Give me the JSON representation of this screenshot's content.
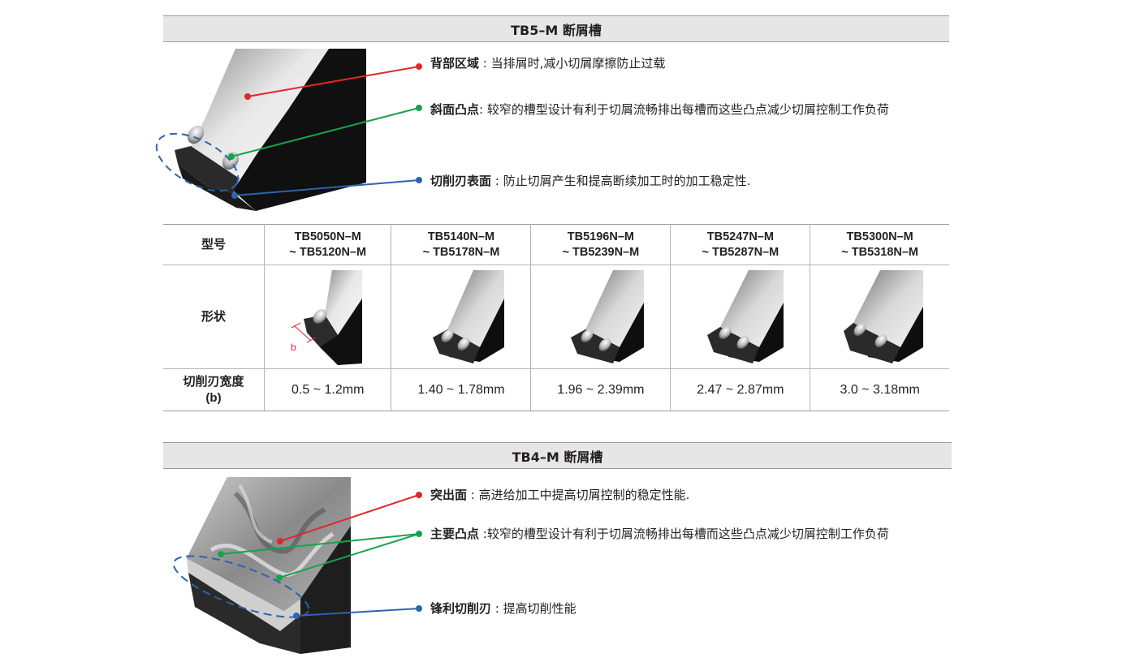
{
  "section1": {
    "title": "TB5–M 断屑槽",
    "callouts": [
      {
        "term": "背部区域",
        "desc": " : 当排屑时,减小切屑摩擦防止过载",
        "color": "#e0262b"
      },
      {
        "term": "斜面凸点",
        "desc": ": 较窄的槽型设计有利于切屑流畅排出每槽而这些凸点减少切屑控制工作负荷",
        "color": "#17a34a"
      },
      {
        "term": "切削刃表面",
        "desc": " : 防止切屑产生和提高断续加工时的加工稳定性.",
        "color": "#2d63b0"
      }
    ]
  },
  "table": {
    "row_labels": {
      "model": "型号",
      "shape": "形状",
      "width_line1": "切削刃宽度",
      "width_line2": "(b)"
    },
    "dimension_label": "b",
    "columns": [
      {
        "model_line1": "TB5050N–M",
        "model_line2": "~ TB5120N–M",
        "width": "0.5 ~ 1.2mm"
      },
      {
        "model_line1": "TB5140N–M",
        "model_line2": "~ TB5178N–M",
        "width": "1.40 ~ 1.78mm"
      },
      {
        "model_line1": "TB5196N–M",
        "model_line2": "~ TB5239N–M",
        "width": "1.96 ~ 2.39mm"
      },
      {
        "model_line1": "TB5247N–M",
        "model_line2": "~ TB5287N–M",
        "width": "2.47 ~ 2.87mm"
      },
      {
        "model_line1": "TB5300N–M",
        "model_line2": "~ TB5318N–M",
        "width": "3.0 ~ 3.18mm"
      }
    ]
  },
  "section2": {
    "title": "TB4–M 断屑槽",
    "callouts": [
      {
        "term": "突出面",
        "desc": " : 高进给加工中提高切屑控制的稳定性能.",
        "color": "#e0262b"
      },
      {
        "term": "主要凸点",
        "desc": " :较窄的槽型设计有利于切屑流畅排出每槽而这些凸点减少切屑控制工作负荷",
        "color": "#17a34a"
      },
      {
        "term": "锋利切削刃",
        "desc": " : 提高切削性能",
        "color": "#2d63b0"
      }
    ]
  }
}
